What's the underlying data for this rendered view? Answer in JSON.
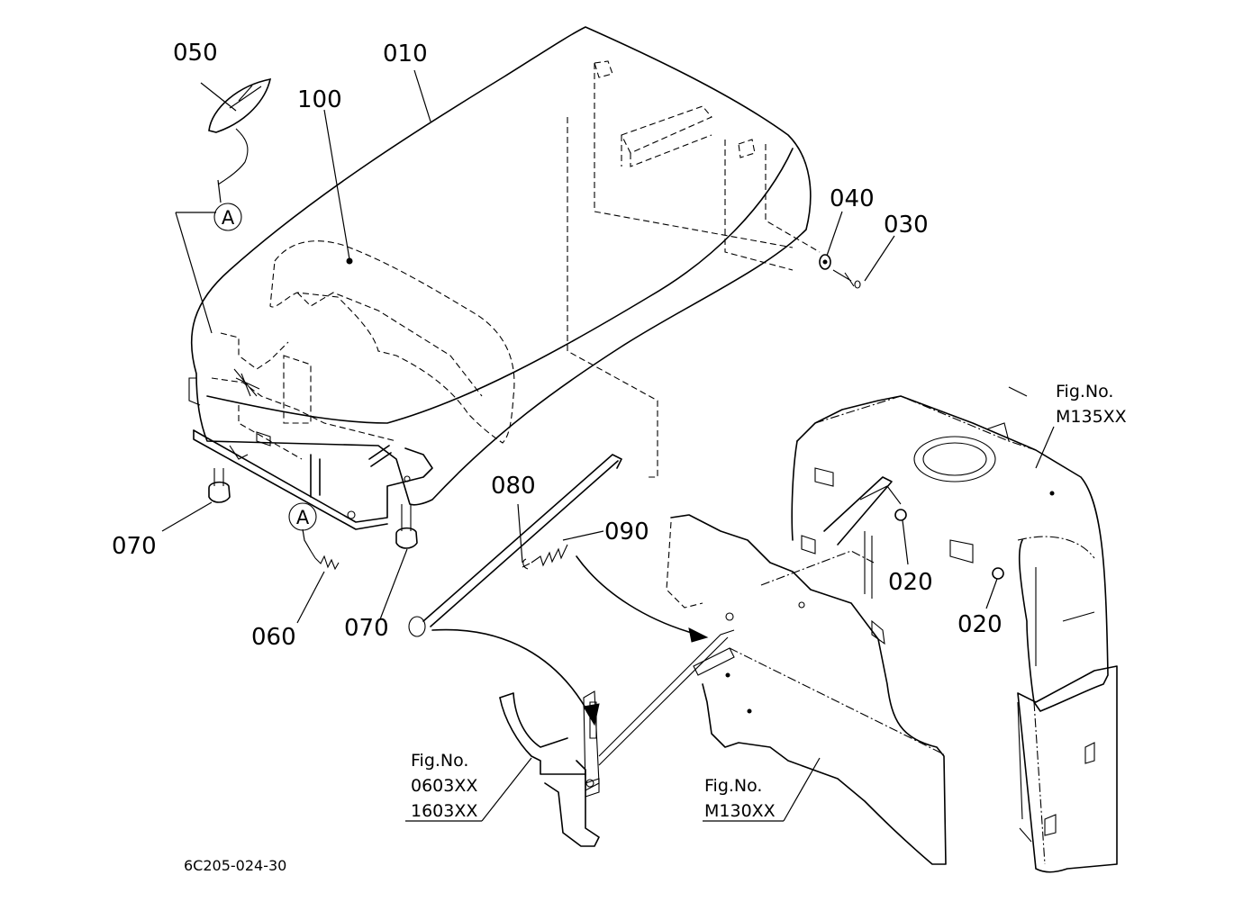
{
  "diagram": {
    "callouts": {
      "c010": "010",
      "c020a": "020",
      "c020b": "020",
      "c030": "030",
      "c040": "040",
      "c050": "050",
      "c060": "060",
      "c070a": "070",
      "c070b": "070",
      "c080": "080",
      "c090": "090",
      "c100": "100"
    },
    "refs": {
      "fig_a_label": "Fig.No.",
      "fig_a_num1": "0603XX",
      "fig_a_num2": "1603XX",
      "fig_b_label": "Fig.No.",
      "fig_b_num": "M130XX",
      "fig_c_label": "Fig.No.",
      "fig_c_num": "M135XX"
    },
    "connector_markers": {
      "marker_a_top": "A",
      "marker_a_bottom": "A"
    },
    "drawing_code": "6C205-024-30"
  }
}
